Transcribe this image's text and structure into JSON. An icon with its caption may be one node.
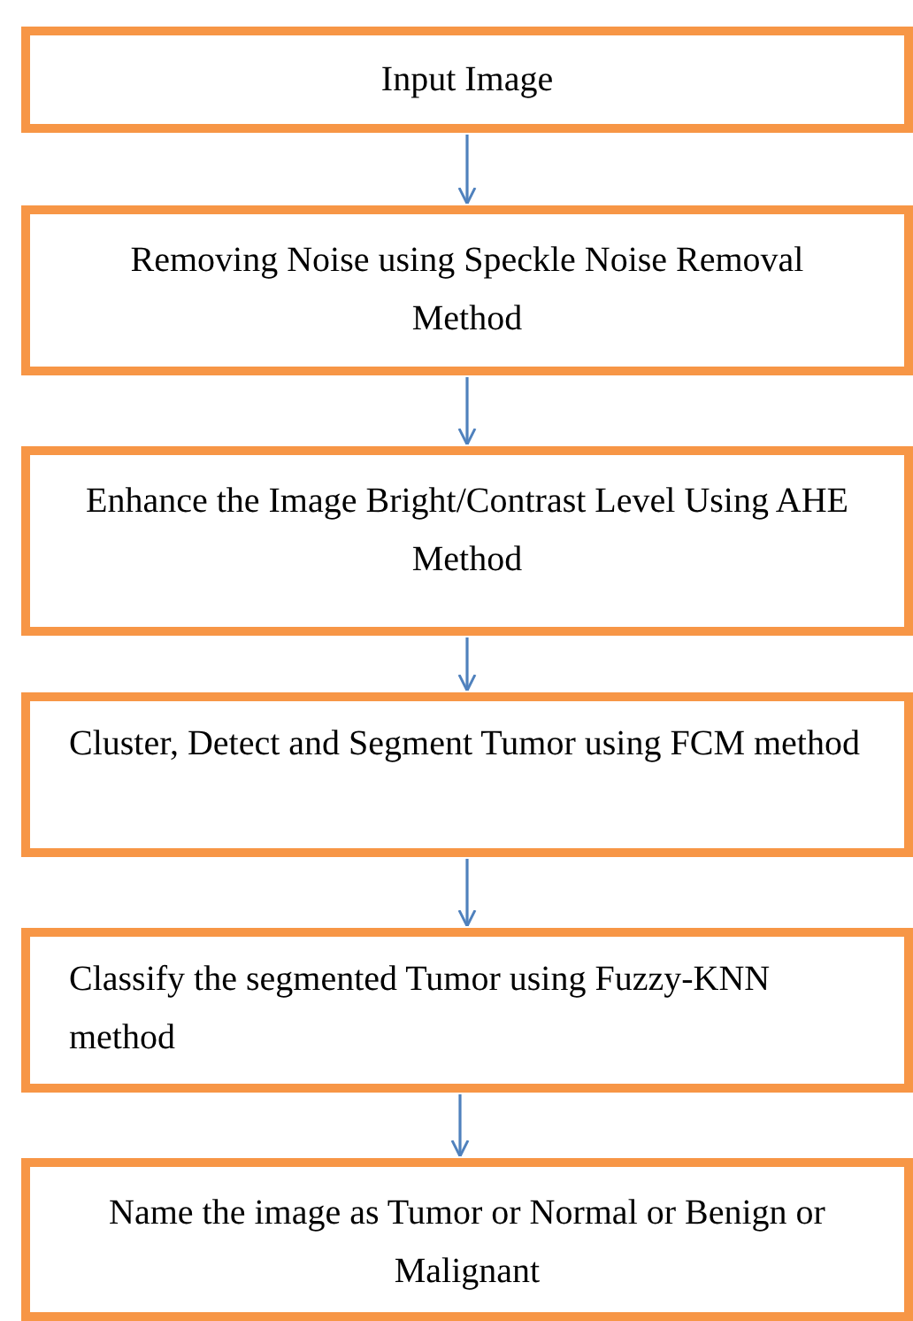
{
  "diagram": {
    "nodes": [
      {
        "text": [
          "Input Image"
        ]
      },
      {
        "text": [
          "Removing Noise using Speckle Noise Removal Method"
        ]
      },
      {
        "text": [
          "Enhance the Image Bright/Contrast Level Using AHE Method"
        ]
      },
      {
        "text": [
          "Cluster, Detect and Segment Tumor using FCM method"
        ]
      },
      {
        "text": [
          "Classify the segmented Tumor using Fuzzy-KNN method"
        ]
      },
      {
        "text": [
          "Name the image as Tumor or Normal or Benign or Malignant"
        ]
      }
    ],
    "edges": [
      {
        "from": 0,
        "to": 1,
        "arrow": "to"
      },
      {
        "from": 1,
        "to": 2,
        "arrow": "to"
      },
      {
        "from": 2,
        "to": 3,
        "arrow": "to"
      },
      {
        "from": 3,
        "to": 4,
        "arrow": "to"
      },
      {
        "from": 4,
        "to": 5,
        "arrow": "to"
      }
    ]
  }
}
